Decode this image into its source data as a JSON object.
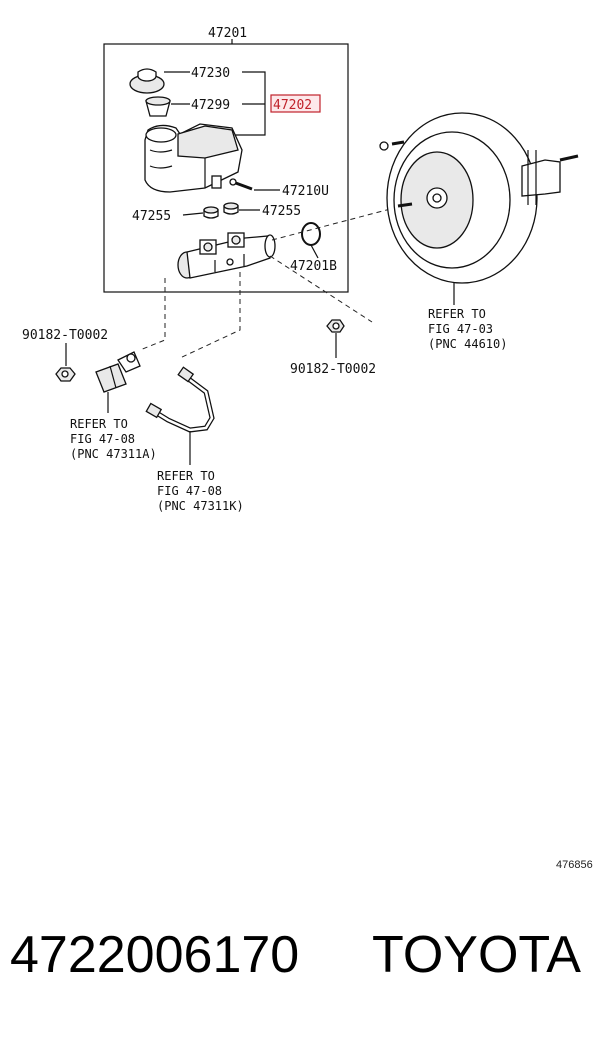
{
  "diagram": {
    "callouts": {
      "assembly": "47201",
      "cap": "47230",
      "strainer": "47299",
      "reservoir_highlighted": "47202",
      "reservoir_pin": "47210U",
      "grommet_left": "47255",
      "grommet_right": "47255",
      "o_ring": "47201B",
      "nut_left": "90182-T0002",
      "nut_right": "90182-T0002"
    },
    "refer_booster": [
      "REFER TO",
      "FIG 47-03",
      "(PNC 44610)"
    ],
    "refer_valve": [
      "REFER TO",
      "FIG 47-08",
      "(PNC 47311A)"
    ],
    "refer_tube": [
      "REFER TO",
      "FIG 47-08",
      "(PNC 47311K)"
    ],
    "image_id": "476856",
    "highlight_color": "#c0222b"
  },
  "footer": {
    "part_number": "4722006170",
    "brand": "TOYOTA"
  }
}
